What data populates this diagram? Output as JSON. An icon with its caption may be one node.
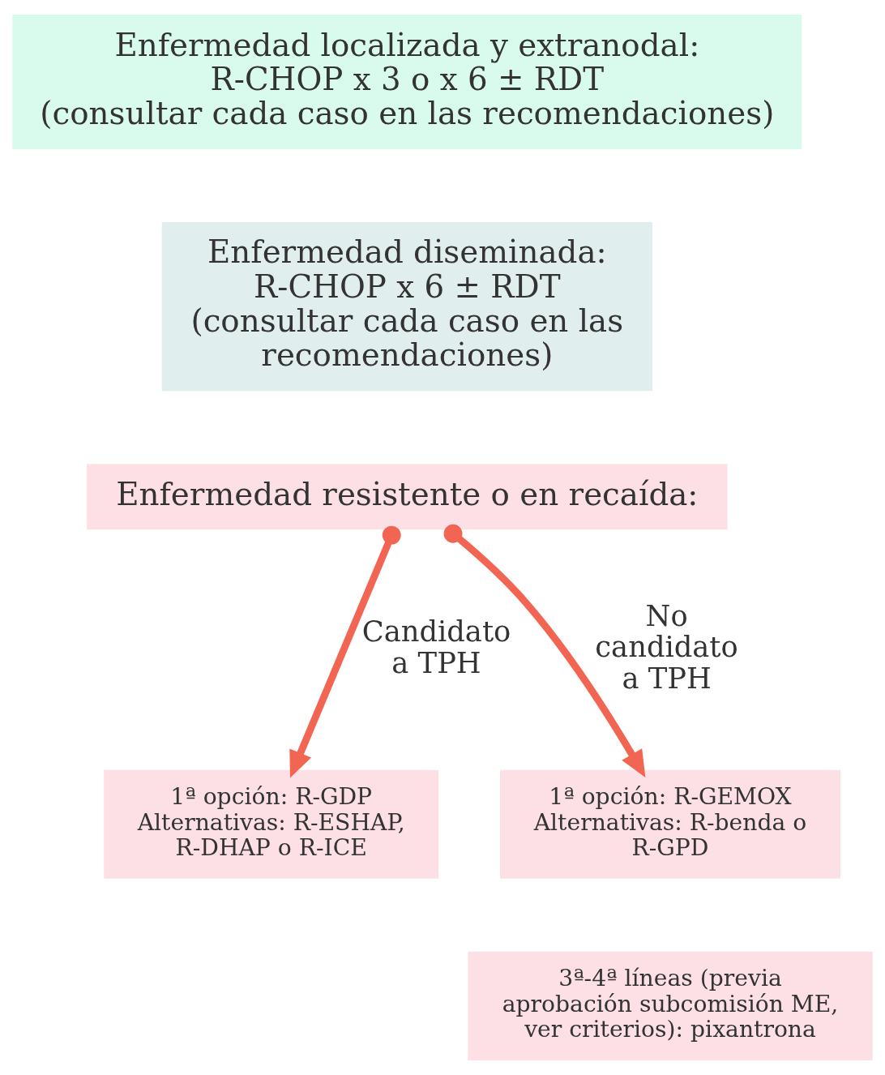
{
  "diagram": {
    "nodes": [
      {
        "text": [
          "Enfermedad localizada y extranodal:",
          "R-CHOP x 3 o x 6 ± RDT",
          "(consultar cada caso en las recomendaciones)"
        ]
      },
      {
        "text": [
          "Enfermedad diseminada:",
          "R-CHOP x 6 ± RDT",
          "(consultar cada caso en las recomendaciones)"
        ]
      },
      {
        "text": [
          "Enfermedad resistente o en recaída:"
        ]
      },
      {
        "text": [
          "1ª opción: R-GDP",
          "Alternativas: R-ESHAP, R-DHAP o R-ICE"
        ]
      },
      {
        "text": [
          "1ª opción: R-GEMOX",
          "Alternativas: R-benda o R-GPD"
        ]
      },
      {
        "text": [
          "3ª-4ª líneas (previa aprobación subcomisión ME, ver criterios): pixantrona"
        ]
      }
    ],
    "edges": [
      {
        "from": 2,
        "to": 3,
        "arrow": "to",
        "label": "Candidato a TPH"
      },
      {
        "from": 2,
        "to": 4,
        "arrow": "to",
        "label": "No candidato a TPH"
      }
    ]
  }
}
